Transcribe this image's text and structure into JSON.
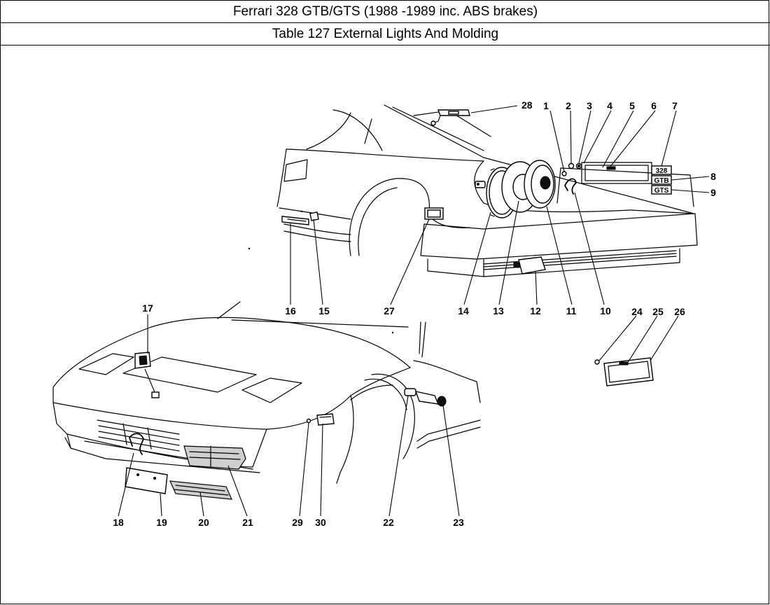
{
  "header": {
    "model": "Ferrari 328 GTB/GTS (1988 -1989 inc. ABS brakes)",
    "table": "Table 127 External Lights And Molding"
  },
  "badges": {
    "b328": "328",
    "gtb": "GTB",
    "gts": "GTS"
  },
  "callouts": {
    "c1": "1",
    "c2": "2",
    "c3": "3",
    "c4": "4",
    "c5": "5",
    "c6": "6",
    "c7": "7",
    "c8": "8",
    "c9": "9",
    "c10": "10",
    "c11": "11",
    "c12": "12",
    "c13": "13",
    "c14": "14",
    "c15": "15",
    "c16": "16",
    "c17": "17",
    "c18": "18",
    "c19": "19",
    "c20": "20",
    "c21": "21",
    "c22": "22",
    "c23": "23",
    "c24": "24",
    "c25": "25",
    "c26": "26",
    "c27": "27",
    "c28": "28",
    "c29": "29",
    "c30": "30"
  }
}
